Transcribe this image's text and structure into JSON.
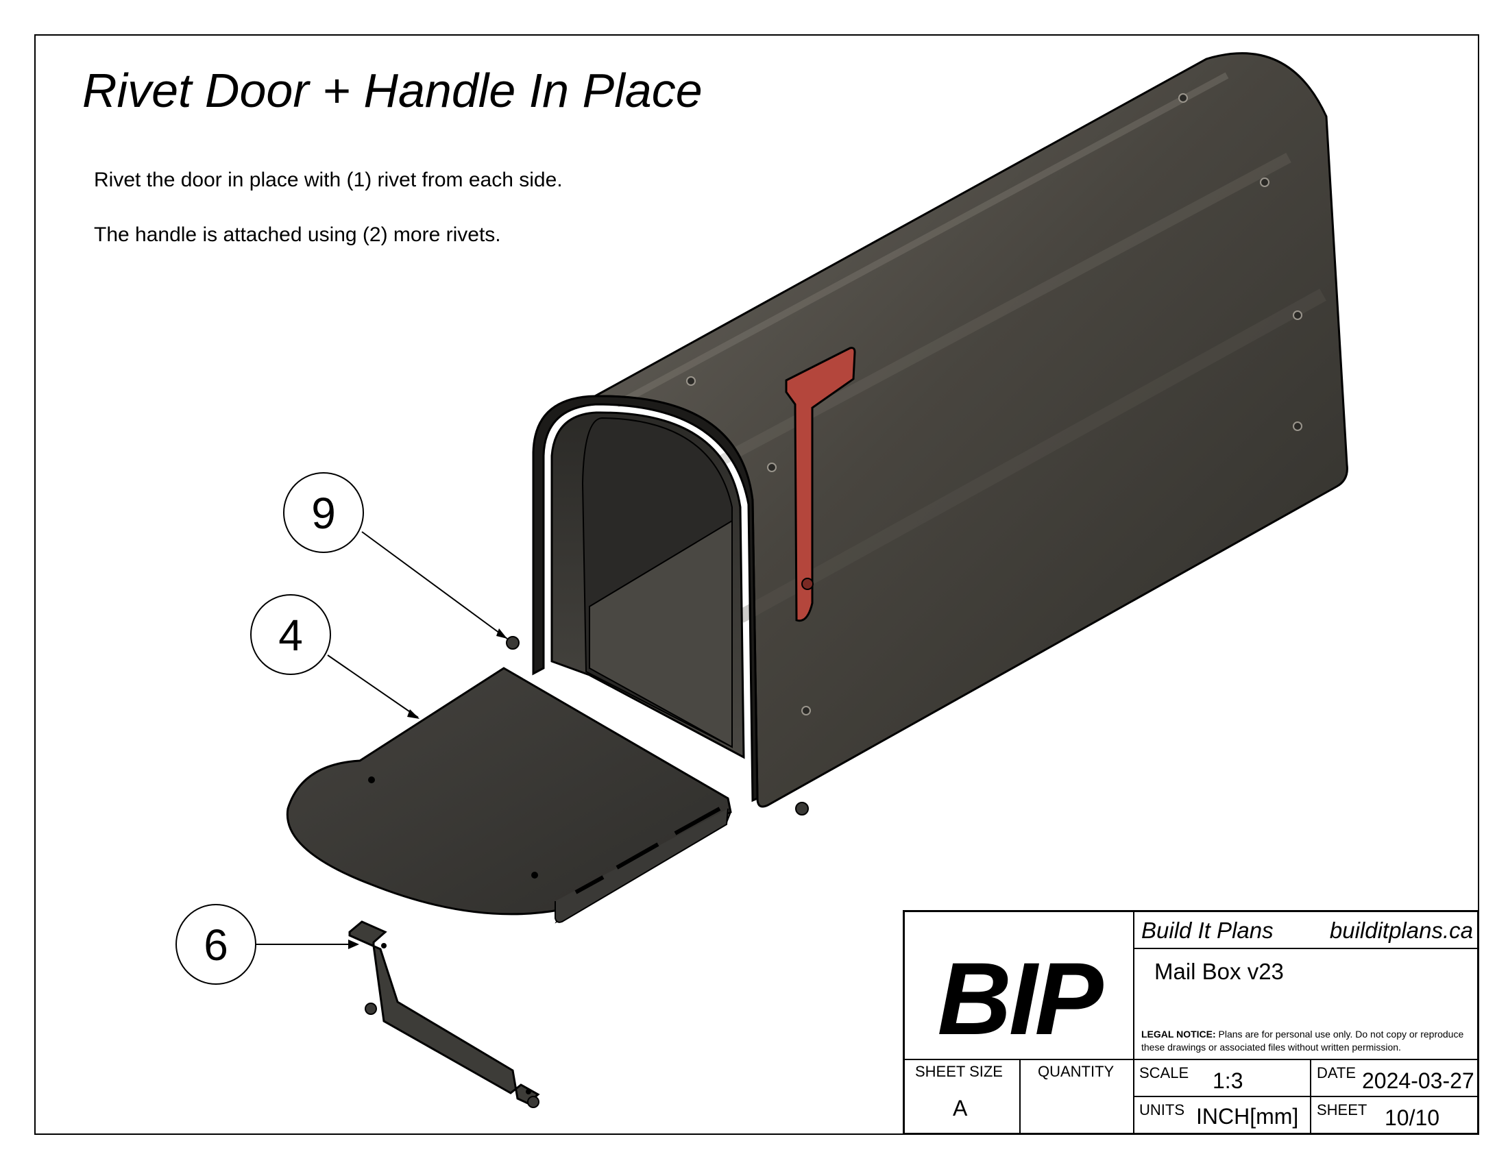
{
  "sheet_title": "Rivet Door + Handle In Place",
  "instructions": [
    "Rivet the door in place with (1) rivet from each side.",
    "The handle is attached using (2) more rivets."
  ],
  "callouts": [
    {
      "label": "9",
      "part": "rivet"
    },
    {
      "label": "4",
      "part": "door"
    },
    {
      "label": "6",
      "part": "handle"
    }
  ],
  "colors": {
    "body": "#3b3a36",
    "body_light": "#66625b",
    "flag": "#b4463c",
    "outline": "#000000"
  },
  "title_block": {
    "logo": "BIP",
    "company": "Build It Plans",
    "website": "builditplans.ca",
    "project": "Mail Box v23",
    "legal_label": "LEGAL NOTICE:",
    "legal_text": "Plans are for personal use only. Do not copy or reproduce these drawings or associated files without written permission.",
    "sheet_size_label": "SHEET SIZE",
    "sheet_size": "A",
    "quantity_label": "QUANTITY",
    "quantity": "",
    "scale_label": "SCALE",
    "scale": "1:3",
    "date_label": "DATE",
    "date": "2024-03-27",
    "units_label": "UNITS",
    "units": "INCH[mm]",
    "sheet_label": "SHEET",
    "sheet": "10/10"
  }
}
